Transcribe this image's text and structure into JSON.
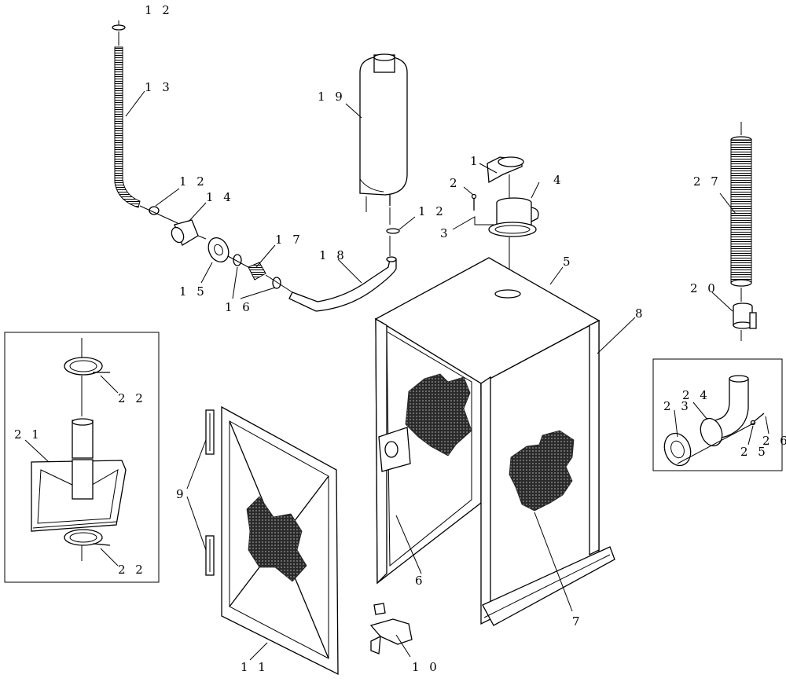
{
  "diagram": {
    "callouts": [
      {
        "id": "c1",
        "text": "1"
      },
      {
        "id": "c2",
        "text": "2"
      },
      {
        "id": "c3",
        "text": "3"
      },
      {
        "id": "c4",
        "text": "4"
      },
      {
        "id": "c5",
        "text": "5"
      },
      {
        "id": "c6",
        "text": "6"
      },
      {
        "id": "c7",
        "text": "7"
      },
      {
        "id": "c8",
        "text": "8"
      },
      {
        "id": "c9",
        "text": "9"
      },
      {
        "id": "c10",
        "text": "1 0"
      },
      {
        "id": "c11",
        "text": "1 1"
      },
      {
        "id": "c12a",
        "text": "1 2"
      },
      {
        "id": "c12b",
        "text": "1 2"
      },
      {
        "id": "c12c",
        "text": "1 2"
      },
      {
        "id": "c13",
        "text": "1 3"
      },
      {
        "id": "c14",
        "text": "1 4"
      },
      {
        "id": "c15",
        "text": "1 5"
      },
      {
        "id": "c16",
        "text": "1 6"
      },
      {
        "id": "c17",
        "text": "1 7"
      },
      {
        "id": "c18",
        "text": "1 8"
      },
      {
        "id": "c19",
        "text": "1 9"
      },
      {
        "id": "c20",
        "text": "2 0"
      },
      {
        "id": "c21",
        "text": "2 1"
      },
      {
        "id": "c22a",
        "text": "2 2"
      },
      {
        "id": "c22b",
        "text": "2 2"
      },
      {
        "id": "c23",
        "text": "2 3"
      },
      {
        "id": "c24",
        "text": "2 4"
      },
      {
        "id": "c25",
        "text": "2 5"
      },
      {
        "id": "c26",
        "text": "2 6"
      },
      {
        "id": "c27",
        "text": "2 7"
      }
    ]
  }
}
